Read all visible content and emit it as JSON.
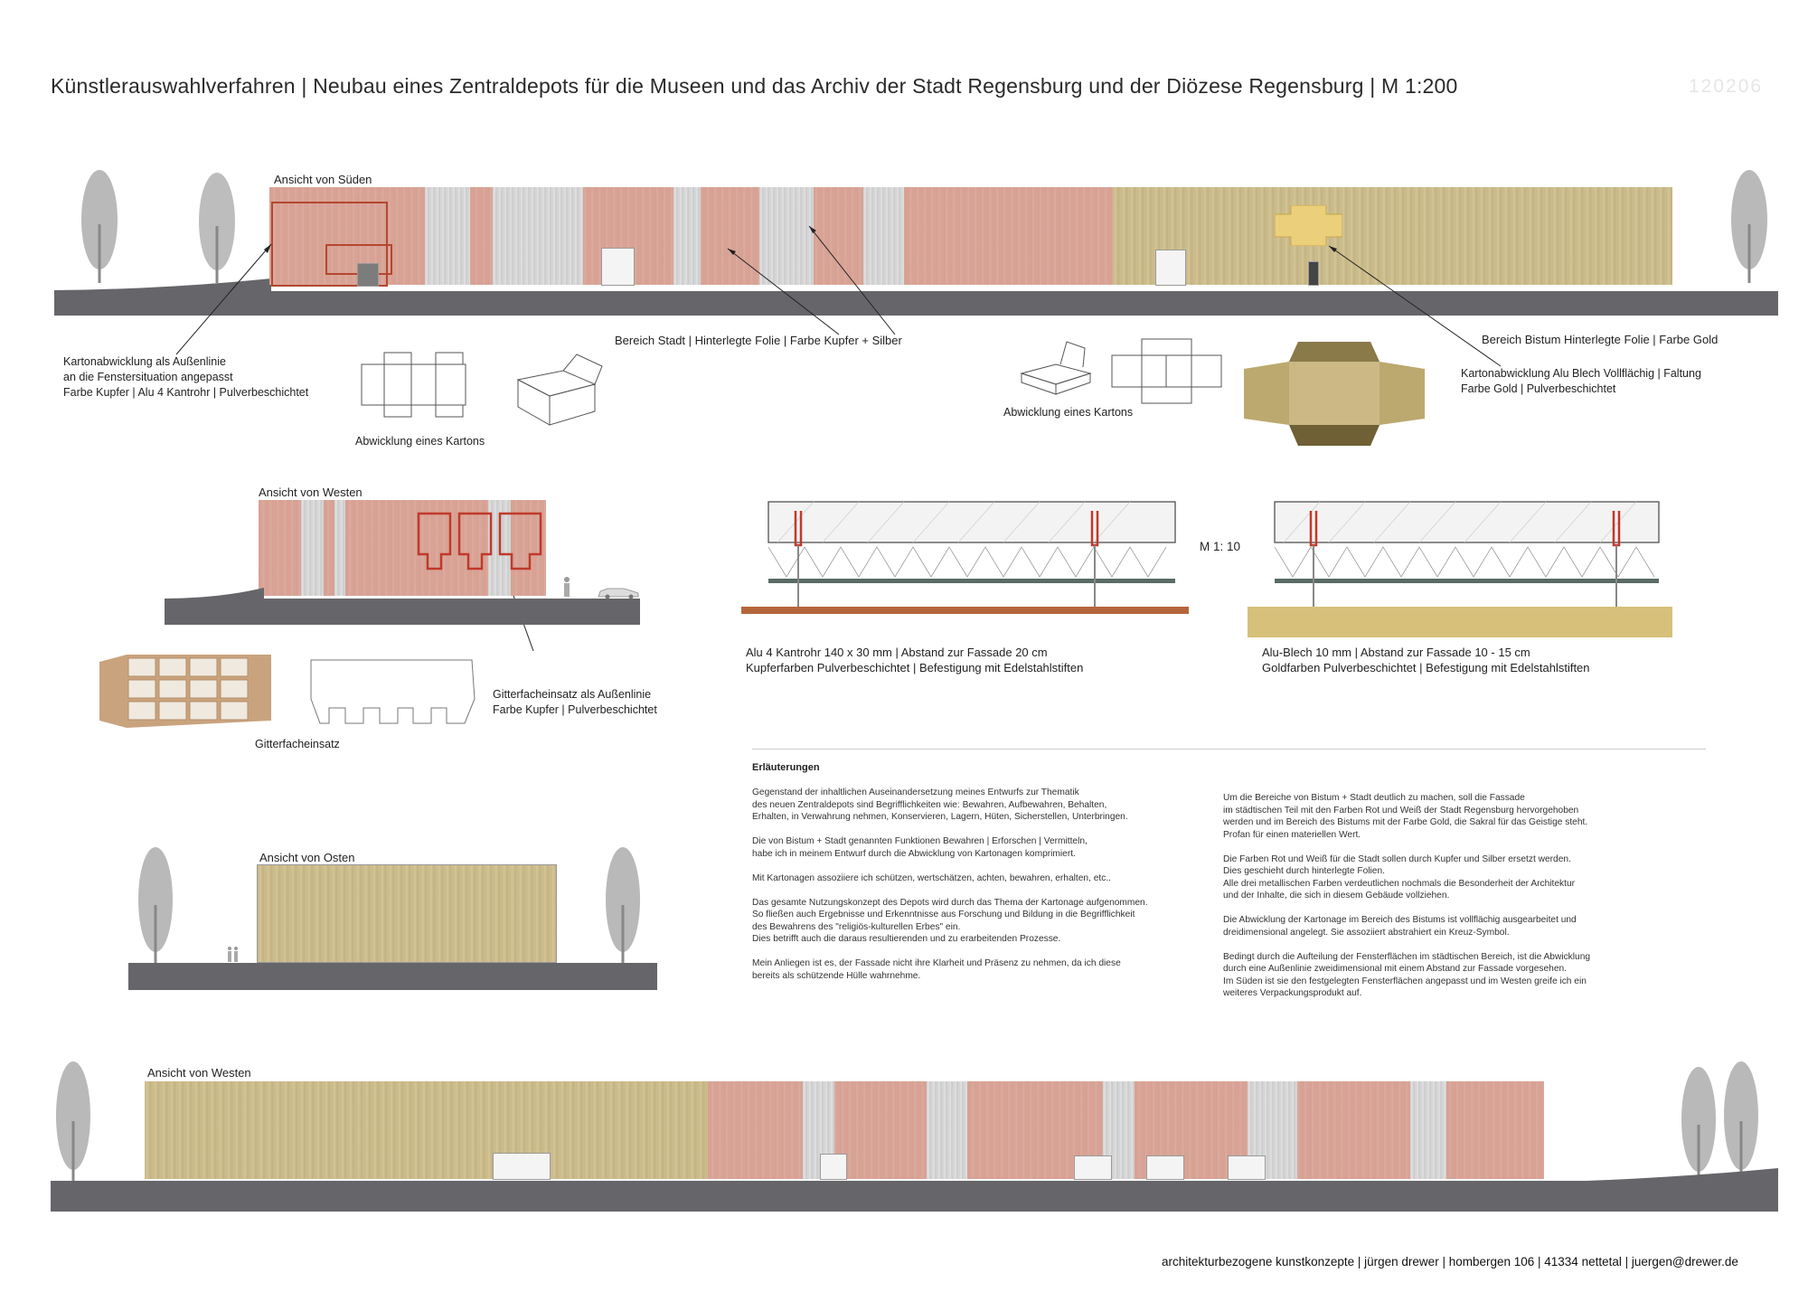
{
  "header": {
    "title": "Künstlerauswahlverfahren | Neubau eines Zentraldepots für die Museen und das Archiv der Stadt Regensburg und der Diözese Regensburg | M 1:200",
    "code": "120206"
  },
  "south": {
    "title": "Ansicht von Süden",
    "label_stadt": "Bereich Stadt | Hinterlegte Folie | Farbe Kupfer + Silber",
    "label_bistum": "Bereich Bistum  Hinterlegte Folie | Farbe Gold",
    "left_note": [
      "Kartonabwicklung als Außenlinie",
      "an die Fenstersituation angepasst",
      "Farbe Kupfer | Alu 4 Kantrohr | Pulverbeschichtet"
    ],
    "right_note": [
      "Kartonabwicklung Alu Blech Vollflächig | Faltung",
      "Farbe Gold | Pulverbeschichtet"
    ],
    "karton_label_left": "Abwicklung eines Kartons",
    "karton_label_right": "Abwicklung eines Kartons"
  },
  "west1": {
    "title": "Ansicht von Westen",
    "note": [
      "Gitterfacheinsatz als Außenlinie",
      "Farbe Kupfer | Pulverbeschichtet"
    ],
    "gitter_label": "Gitterfacheinsatz"
  },
  "details": {
    "scale": "M 1: 10",
    "left": [
      "Alu 4 Kantrohr 140 x 30 mm | Abstand zur Fassade 20 cm",
      "Kupferfarben Pulverbeschichtet | Befestigung mit Edelstahlstiften"
    ],
    "right": [
      "Alu-Blech 10 mm | Abstand zur Fassade 10 - 15 cm",
      "Goldfarben Pulverbeschichtet | Befestigung mit Edelstahlstiften"
    ]
  },
  "east": {
    "title": "Ansicht von Osten"
  },
  "west2": {
    "title": "Ansicht von Westen"
  },
  "explanation": {
    "heading": "Erläuterungen",
    "col1": "Gegenstand der inhaltlichen Auseinandersetzung meines Entwurfs zur Thematik\ndes neuen Zentraldepots sind Begrifflichkeiten wie: Bewahren, Aufbewahren, Behalten,\nErhalten, in Verwahrung nehmen, Konservieren, Lagern, Hüten, Sicherstellen, Unterbringen.\n\nDie von Bistum + Stadt genannten Funktionen Bewahren | Erforschen | Vermitteln,\nhabe ich in meinem Entwurf durch die Abwicklung von Kartonagen komprimiert.\n\nMit Kartonagen assoziiere ich schützen, wertschätzen, achten, bewahren, erhalten, etc..\n\nDas gesamte Nutzungskonzept des Depots wird durch das Thema der Kartonage aufgenommen.\nSo fließen auch Ergebnisse und Erkenntnisse aus Forschung und Bildung in die Begrifflichkeit\ndes Bewahrens des \"religiös-kulturellen Erbes\" ein.\nDies betrifft auch die daraus resultierenden und zu erarbeitenden Prozesse.\n\nMein Anliegen ist es, der Fassade nicht ihre Klarheit und Präsenz zu nehmen, da ich diese\nbereits als schützende Hülle wahrnehme.",
    "col2": "Um die Bereiche von Bistum + Stadt deutlich zu machen, soll die Fassade\nim städtischen Teil mit den Farben Rot und Weiß der Stadt Regensburg hervorgehoben\nwerden und im Bereich des Bistums mit der Farbe Gold, die Sakral für das Geistige steht.\nProfan für einen materiellen Wert.\n\nDie Farben Rot und Weiß für die Stadt sollen durch Kupfer und Silber ersetzt werden.\nDies geschieht durch hinterlegte Folien.\nAlle drei metallischen Farben verdeutlichen nochmals die Besonderheit der Architektur\nund der Inhalte, die sich in diesem Gebäude vollziehen.\n\nDie Abwicklung der Kartonage im Bereich des Bistums ist vollflächig ausgearbeitet und\ndreidimensional angelegt. Sie assoziiert abstrahiert ein Kreuz-Symbol.\n\nBedingt durch die Aufteilung der Fensterflächen im städtischen Bereich, ist die Abwicklung\ndurch eine Außenlinie zweidimensional mit einem Abstand zur Fassade vorgesehen.\nIm Süden ist sie den festgelegten Fensterflächen angepasst und im Westen greife ich ein\nweiteres Verpackungsprodukt auf."
  },
  "footer": "architekturbezogene kunstkonzepte | jürgen drewer | hombergen 106 | 41334 nettetal | juergen@drewer.de",
  "colors": {
    "copper": "#d9a396",
    "silver": "#d6d6d6",
    "gold": "#c8b888",
    "ground": "#66666a",
    "accent_red": "#c0392b"
  },
  "icons": [
    "tree-icon",
    "box-icon",
    "car-icon",
    "person-icon"
  ]
}
